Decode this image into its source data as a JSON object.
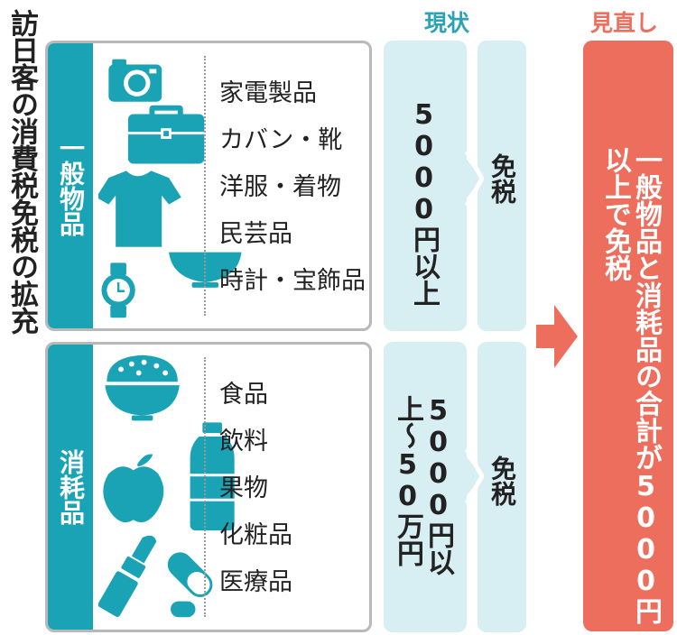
{
  "title": "訪日客の消費税免税の拡充",
  "headers": {
    "current": "現状",
    "revised": "見直し"
  },
  "general": {
    "label": "一般物品",
    "items": [
      "家電製品",
      "カバン・靴",
      "洋服・着物",
      "民芸品",
      "時計・宝飾品"
    ],
    "threshold": "5000円以上",
    "result": "免税",
    "icons": [
      "camera-icon",
      "briefcase-icon",
      "shirt-icon",
      "bowl-icon",
      "watch-icon"
    ]
  },
  "consumable": {
    "label": "消耗品",
    "items": [
      "食品",
      "飲料",
      "果物",
      "化粧品",
      "医療品"
    ],
    "threshold": "5000円以上〜50万円",
    "result": "免税",
    "icons": [
      "rice-bowl-icon",
      "bottle-icon",
      "apple-icon",
      "lipstick-icon",
      "capsule-icon"
    ]
  },
  "revised": "一般物品と消耗品の合計が5000円以上で免税",
  "colors": {
    "teal": "#1aa3b5",
    "light_teal": "#d7eef3",
    "coral": "#ee6e5d",
    "gray_border": "#b9b9b9"
  }
}
